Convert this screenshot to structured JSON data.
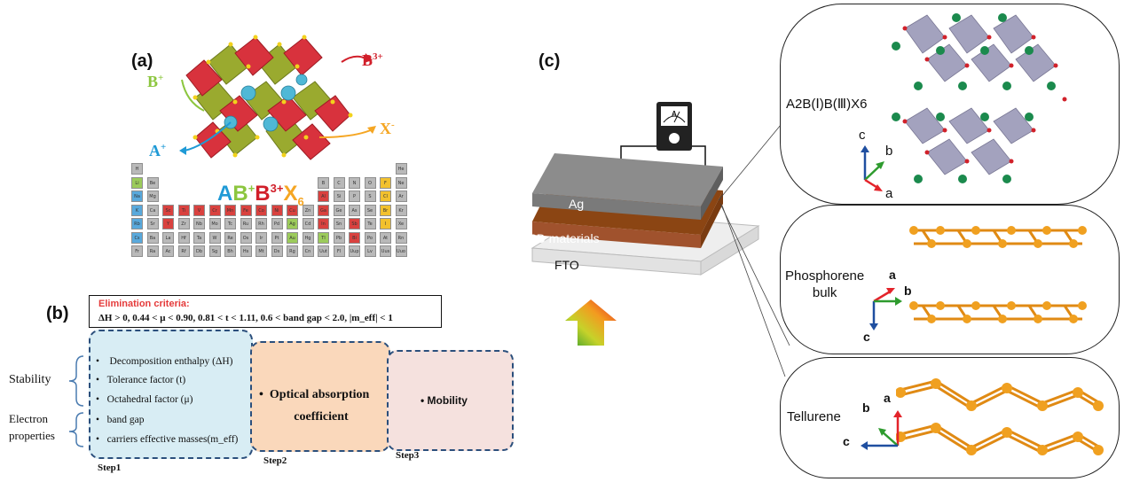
{
  "panel_a": {
    "label": "(a)",
    "ion_b3": "B",
    "ion_b3_sup": "3+",
    "ion_b1": "B",
    "ion_b1_sup": "+",
    "ion_a": "A",
    "ion_a_sup": "+",
    "ion_x": "X",
    "ion_x_sup": "-",
    "formula": {
      "a": "A",
      "b1": "B",
      "b1_sup": "+",
      "b3": "B",
      "b3_sup": "3+",
      "x": "X",
      "x_sub": "6"
    }
  },
  "periodic_table": {
    "rows": [
      [
        "H",
        "",
        "",
        "",
        "",
        "",
        "",
        "",
        "",
        "",
        "",
        "",
        "",
        "",
        "",
        "",
        "",
        "He"
      ],
      [
        "Li",
        "Be",
        "",
        "",
        "",
        "",
        "",
        "",
        "",
        "",
        "",
        "",
        "B",
        "C",
        "N",
        "O",
        "F",
        "Ne"
      ],
      [
        "Na",
        "Mg",
        "",
        "",
        "",
        "",
        "",
        "",
        "",
        "",
        "",
        "",
        "Al",
        "Si",
        "P",
        "S",
        "Cl",
        "Ar"
      ],
      [
        "K",
        "Ca",
        "Sc",
        "Ti",
        "V",
        "Cr",
        "Mn",
        "Fe",
        "Co",
        "Ni",
        "Cu",
        "Zn",
        "Ga",
        "Ge",
        "As",
        "Se",
        "Br",
        "Kr"
      ],
      [
        "Rb",
        "Sr",
        "Y",
        "Zr",
        "Nb",
        "Mo",
        "Tc",
        "Ru",
        "Rh",
        "Pd",
        "Ag",
        "Cd",
        "In",
        "Sn",
        "Sb",
        "Te",
        "I",
        "Xe"
      ],
      [
        "Cs",
        "Ba",
        "La",
        "Hf",
        "Ta",
        "W",
        "Re",
        "Os",
        "Ir",
        "Pt",
        "Au",
        "Hg",
        "Tl",
        "Pb",
        "Bi",
        "Po",
        "At",
        "Rn"
      ],
      [
        "Fr",
        "Ra",
        "Ac",
        "Rf",
        "Db",
        "Sg",
        "Bh",
        "Hs",
        "Mt",
        "Ds",
        "Rg",
        "Cn",
        "Uut",
        "Fl",
        "Uup",
        "Lv",
        "Uus",
        "Uuo"
      ]
    ]
  },
  "panel_b": {
    "label": "(b)",
    "criteria_title": "Elimination criteria:",
    "criteria_text": "ΔH > 0, 0.44 < μ < 0.90, 0.81 < t < 1.11, 0.6 < band gap < 2.0, |m_eff| < 1",
    "group_stability": "Stability",
    "group_electron_1": "Electron",
    "group_electron_2": "properties",
    "step1_items": [
      "Decomposition enthalpy (ΔH)",
      "Tolerance factor (t)",
      "Octahedral factor (μ)",
      "band gap",
      "carriers effective masses(m_eff)"
    ],
    "step2_text_1": "Optical absorption",
    "step2_text_2": "coefficient",
    "step3_text": "Mobility",
    "step1_name": "Step1",
    "step2_name": "Step2",
    "step3_name": "Step3"
  },
  "panel_c": {
    "label": "(c)",
    "layer_ag": "Ag",
    "layer_2d": "2D materials",
    "layer_fto": "FTO",
    "meter_symbol": "A",
    "box1_title": "A2B(Ⅰ)B(Ⅲ)X6",
    "box2_title_1": "Phosphorene",
    "box2_title_2": "bulk",
    "box3_title": "Tellurene",
    "axes": {
      "a": "a",
      "b": "b",
      "c": "c"
    }
  },
  "colors": {
    "red_text": "#e53b3b",
    "b3_red": "#d11f2a",
    "b1_green": "#8cc63f",
    "a_blue": "#1f9ad6",
    "x_orange": "#f5a623",
    "step1_bg": "#d8edf4",
    "step2_bg": "#fad8bb",
    "step3_bg": "#f5e1de",
    "dashed_border": "#2b4f7c",
    "ag_gray": "#7d7d7d",
    "material_brown": "#8b4513"
  }
}
